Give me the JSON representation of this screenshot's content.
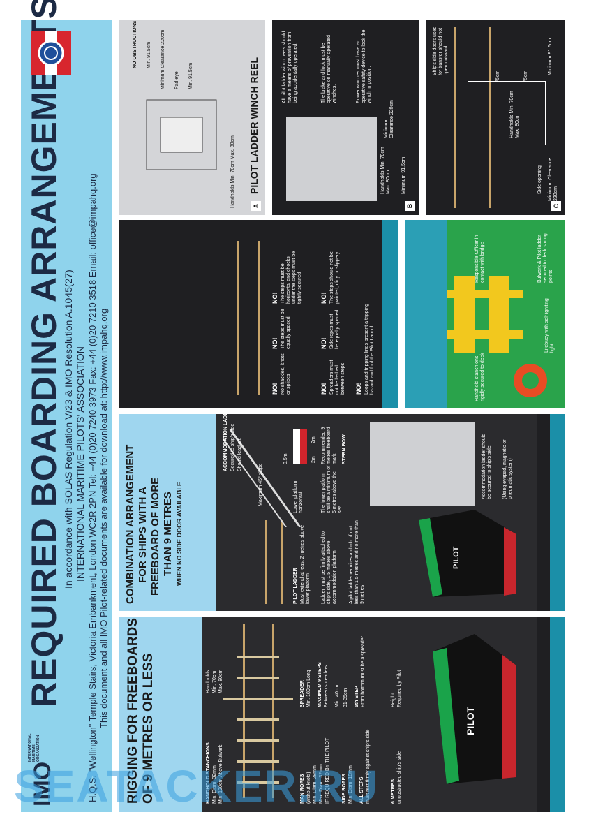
{
  "header": {
    "logo_text": "IMO",
    "logo_org": "INTERNATIONAL MARITIME ORGANIZATION",
    "title": "REQUIRED BOARDING ARRANGEMENTS FOR PILOT",
    "subtitle": "In accordance with SOLAS Regulation V/23 & IMO Resolution A.1045(27)",
    "association": "INTERNATIONAL MARITIME PILOTS' ASSOCIATION",
    "address": "H.Q.S. \"Wellington\" Temple Stairs, Victoria Embankment, London WC2R 2PN  Tel: +44 (0)20 7240 3973  Fax: +44 (0)20 7210 3518  Email: office@impahq.org",
    "download": "This document and all IMO Pilot-related documents are available for download at: http://www.impahq.org"
  },
  "panel_rigging": {
    "title_1": "RIGGING FOR FREEBOARDS",
    "title_2": "OF 9 METRES OR LESS",
    "handhold_stanchions": "HANDHOLD STANCHIONS",
    "stanchion_dia": "Min. Diam. 32mm",
    "stanchion_height": "Min. 120cm Above Bulwark",
    "handholds": "Handholds",
    "handholds_min": "Min. 70cm",
    "handholds_max": "Max. 80cm",
    "man_ropes": "MAN ROPES",
    "man_ropes_note": "(without knots)",
    "man_ropes_min": "Min. Diam. 28mm",
    "man_ropes_max": "Max. Diam. 32mm",
    "man_ropes_req": "IF REQUIRED BY THE PILOT",
    "side_ropes": "SIDE ROPES",
    "side_ropes_dia": "Min. Diam. 18mm",
    "all_steps": "ALL STEPS",
    "all_steps_note": "must rest firmly against ship's side",
    "spreader": "SPREADER",
    "spreader_len": "Min. 180cm Long",
    "max_steps": "MAXIMUM 9 STEPS",
    "max_steps_note": "Between spreaders",
    "min_40": "Min. 40cm",
    "step_spacing": "31-35cm",
    "fifth_step": "5th STEP",
    "fifth_step_note": "From bottom must be a spreader",
    "six_metres": "6 METRES",
    "six_metres_note": "unobstructed ship's side",
    "height": "Height",
    "height_note": "Required by Pilot",
    "boat_name": "PILOT"
  },
  "panel_combination": {
    "title_1": "COMBINATION ARRANGEMENT",
    "title_2": "FOR SHIPS WITH A",
    "title_3": "FREEBOARD OF MORE",
    "title_4": "THAN 9 METRES",
    "title_5": "WHEN NO SIDE DOOR AVAILABLE",
    "accommodation_ladder": "ACCOMMODATION LADDER",
    "acc_secured": "Secured to ship's side",
    "acc_aft": "Should lead aft",
    "max_slope": "Maximum 45° slope",
    "pilot_ladder": "PILOT LADDER",
    "pilot_ladder_note": "Must extend at least 2 metres above lower platform",
    "ladder_attached": "Ladder must be firmly attached to ship's side, 1.5 metres above accommodation platform",
    "lower_platform": "Lower platform horizontal",
    "lower_platform_5m": "The lower platform shall be a minimum of 5 metres above the sea",
    "climb_note": "A pilot ladder requires a climb of not less than 1.5 metres and no more than 9 metres",
    "recommended": "Recommended 9 metres freeboard mark",
    "dim_05": "0.5m",
    "dim_2m_a": "2m",
    "dim_2m_b": "2m",
    "stern_bow": "STERN  BOW",
    "acc_secured_side": "Accommodation ladder should be secured to ship's side",
    "acc_method": "(Using eyepad, magnetic or pneumatic system)",
    "boat_name": "PILOT"
  },
  "panel_no": {
    "no_1": "NO!",
    "no_1_text": "No shackles, knots or splices",
    "no_2": "NO!",
    "no_2_text": "The steps must be equally spaced",
    "no_3": "NO!",
    "no_3_text": "The steps must be horizontal and chocks under the steps must be tightly secured",
    "no_4": "NO!",
    "no_4_text": "Spreaders must not be lashed between steps",
    "no_5": "NO!",
    "no_5_text": "Side ropes must be equally spaced",
    "no_6": "NO!",
    "no_6_text": "The steps should not be painted, dirty or slippery",
    "no_7": "NO!",
    "no_7_text": "Loops and tripping lines present a tripping hazard and foul the Pilot Launch"
  },
  "panel_bulwark": {
    "handhold_secured": "Handhold stanchions rigidly secured to deck",
    "officer": "Responsible Officer in contact with bridge",
    "bulwark_note": "Bulwark & Pilot ladder secured to deck strong points",
    "lifebuoy_note": "Lifebuoy with self igniting light"
  },
  "panel_winch_a": {
    "badge": "A",
    "title": "PILOT LADDER WINCH REEL",
    "no_obstructions": "NO OBSTRUCTIONS",
    "min_915_a": "Min. 91.5cm",
    "min_clearance": "Minimum Clearance 220cm",
    "pad_eye": "Pad eye",
    "min_915_b": "Min. 91.5cm",
    "handholds": "Handholds Min. 70cm Max. 80cm"
  },
  "panel_winch_b": {
    "badge": "B",
    "note_1": "All pilot ladder winch reels should have a means of prevention from being accidentally operated.",
    "note_2": "The brake and lock must be operative on manually operated winches.",
    "note_3": "Power winches must have an operative safety device to lock the winch in position.",
    "handholds": "Handholds Min. 70cm Max. 80cm",
    "min_clearance": "Minimum Clearance 220cm",
    "min_915": "Minimum 91.5cm"
  },
  "panel_winch_c": {
    "badge": "C",
    "side_doors": "Ship's side doors used for transfer should not open outward",
    "side_opening": "Side opening",
    "handholds": "Handholds Min. 70cm Max. 80cm",
    "dim_75a": "75cm",
    "dim_75b": "75cm",
    "min_clearance": "Minimum Clearance 220cm",
    "min_915": "Minimum 91.5cm"
  },
  "watermark": "SEATACKER.RU"
}
